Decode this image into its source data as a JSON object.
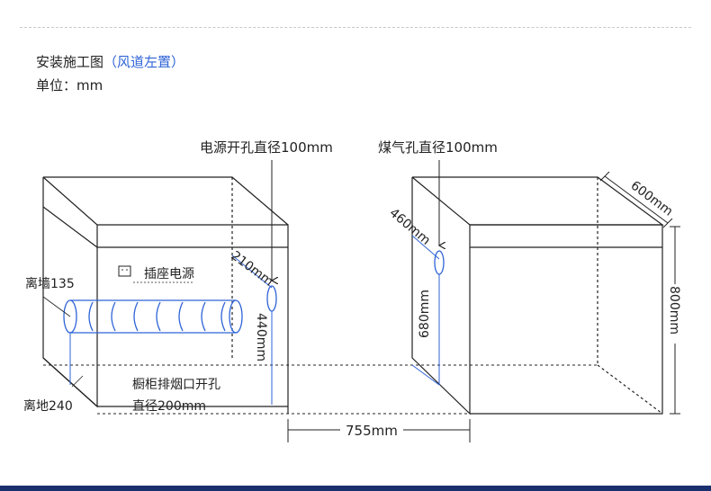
{
  "header": {
    "title": "安装施工图",
    "title_note": "（风道左置）",
    "unit": "单位：mm"
  },
  "labels": {
    "power_hole": "电源开孔直径100mm",
    "gas_hole": "煤气孔直径100mm",
    "socket": "插座电源",
    "wall_offset": "离墙135",
    "floor_offset": "离地240",
    "exhaust_line1": "橱柜排烟口开孔",
    "exhaust_line2": "直径200mm",
    "dim_210": "210mm",
    "dim_440": "440mm",
    "dim_460": "460mm",
    "dim_680": "680mm",
    "dim_600": "600mm",
    "dim_800": "800mm",
    "dim_755": "755mm"
  },
  "colors": {
    "line": "#222222",
    "accent_blue": "#2e63d6",
    "band": "#1a2f6e"
  },
  "icons": {
    "socket": "power-socket-icon"
  }
}
